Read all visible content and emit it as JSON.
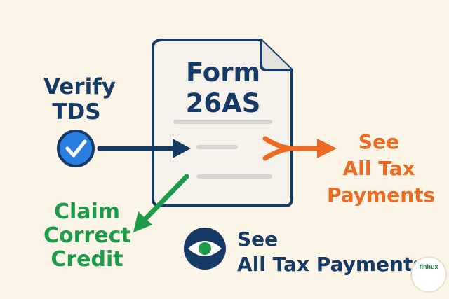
{
  "form": {
    "title_line1": "Form",
    "title_line2": "26AS"
  },
  "verify": {
    "line1": "Verify",
    "line2": "TDS"
  },
  "see_right": {
    "line1": "See",
    "line2": "All Tax",
    "line3": "Payments"
  },
  "claim": {
    "line1": "Claim",
    "line2": "Correct",
    "line3": "Credit"
  },
  "see_bottom": {
    "line1": "See",
    "line2": "All Tax Payments"
  },
  "logo": {
    "text": "finhux"
  },
  "icons": {
    "verify": "check-circle-icon",
    "see": "eye-icon",
    "document": "document-icon"
  },
  "colors": {
    "navy": "#163a66",
    "orange": "#ee6a22",
    "green": "#1d9b49",
    "blue": "#2a7ee0",
    "background": "#fbf5e8"
  }
}
